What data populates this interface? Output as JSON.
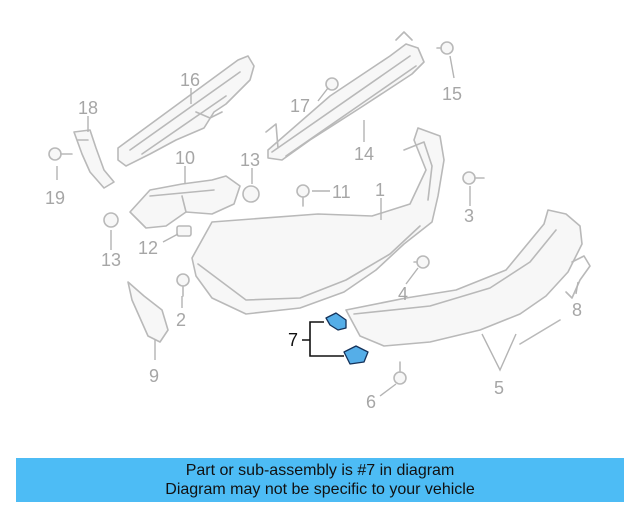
{
  "diagram": {
    "callouts": {
      "c1": "1",
      "c2": "2",
      "c3": "3",
      "c4": "4",
      "c5": "5",
      "c6": "6",
      "c7": "7",
      "c8": "8",
      "c9": "9",
      "c10": "10",
      "c11": "11",
      "c12": "12",
      "c13a": "13",
      "c13b": "13",
      "c14": "14",
      "c15": "15",
      "c16": "16",
      "c17": "17",
      "c18": "18",
      "c19": "19"
    },
    "highlighted_part": "7",
    "highlight_color": "#55aee8"
  },
  "banner": {
    "line1": "Part or sub-assembly is #7 in diagram",
    "line2": "Diagram may not be specific to your vehicle",
    "color": "#4dbcf5"
  }
}
